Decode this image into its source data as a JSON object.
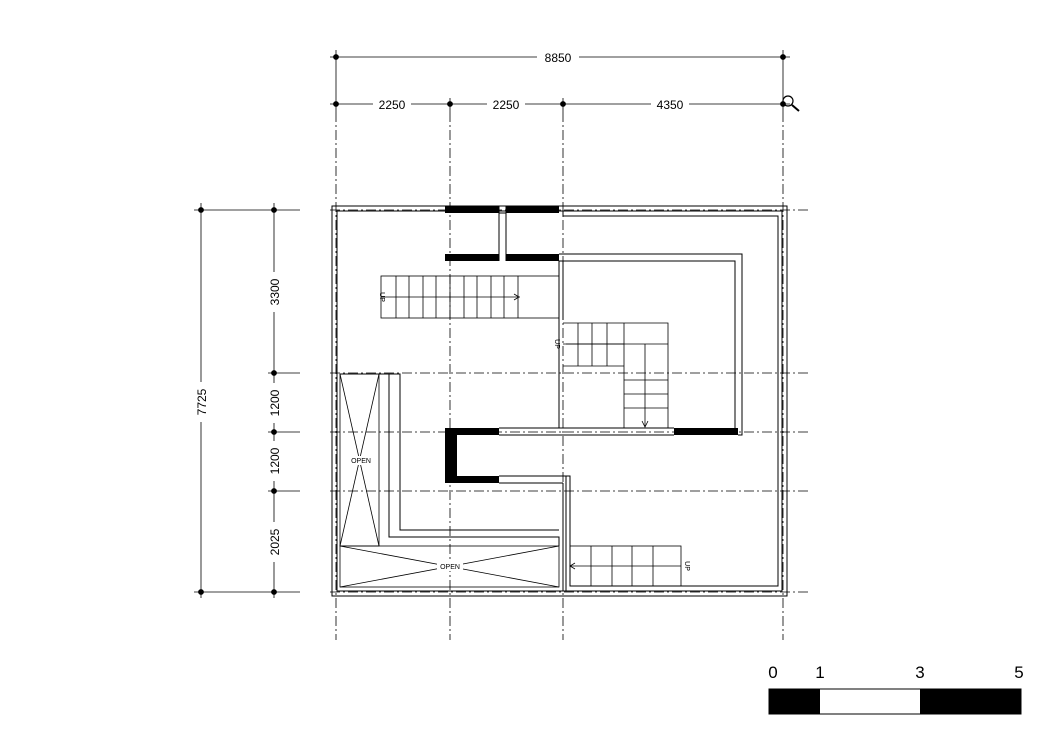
{
  "dimensions": {
    "top_overall": "8850",
    "top_segments": [
      "2250",
      "2250",
      "4350"
    ],
    "left_overall": "7725",
    "left_segments": [
      "3300",
      "1200",
      "1200",
      "2025"
    ]
  },
  "labels": {
    "open_1": "OPEN",
    "open_2": "OPEN",
    "up_1": "UP",
    "up_2": "UP",
    "up_3": "UP"
  },
  "scale_bar": {
    "ticks": [
      "0",
      "1",
      "3",
      "5"
    ]
  },
  "icons": {
    "zoom": "magnifier-icon"
  }
}
